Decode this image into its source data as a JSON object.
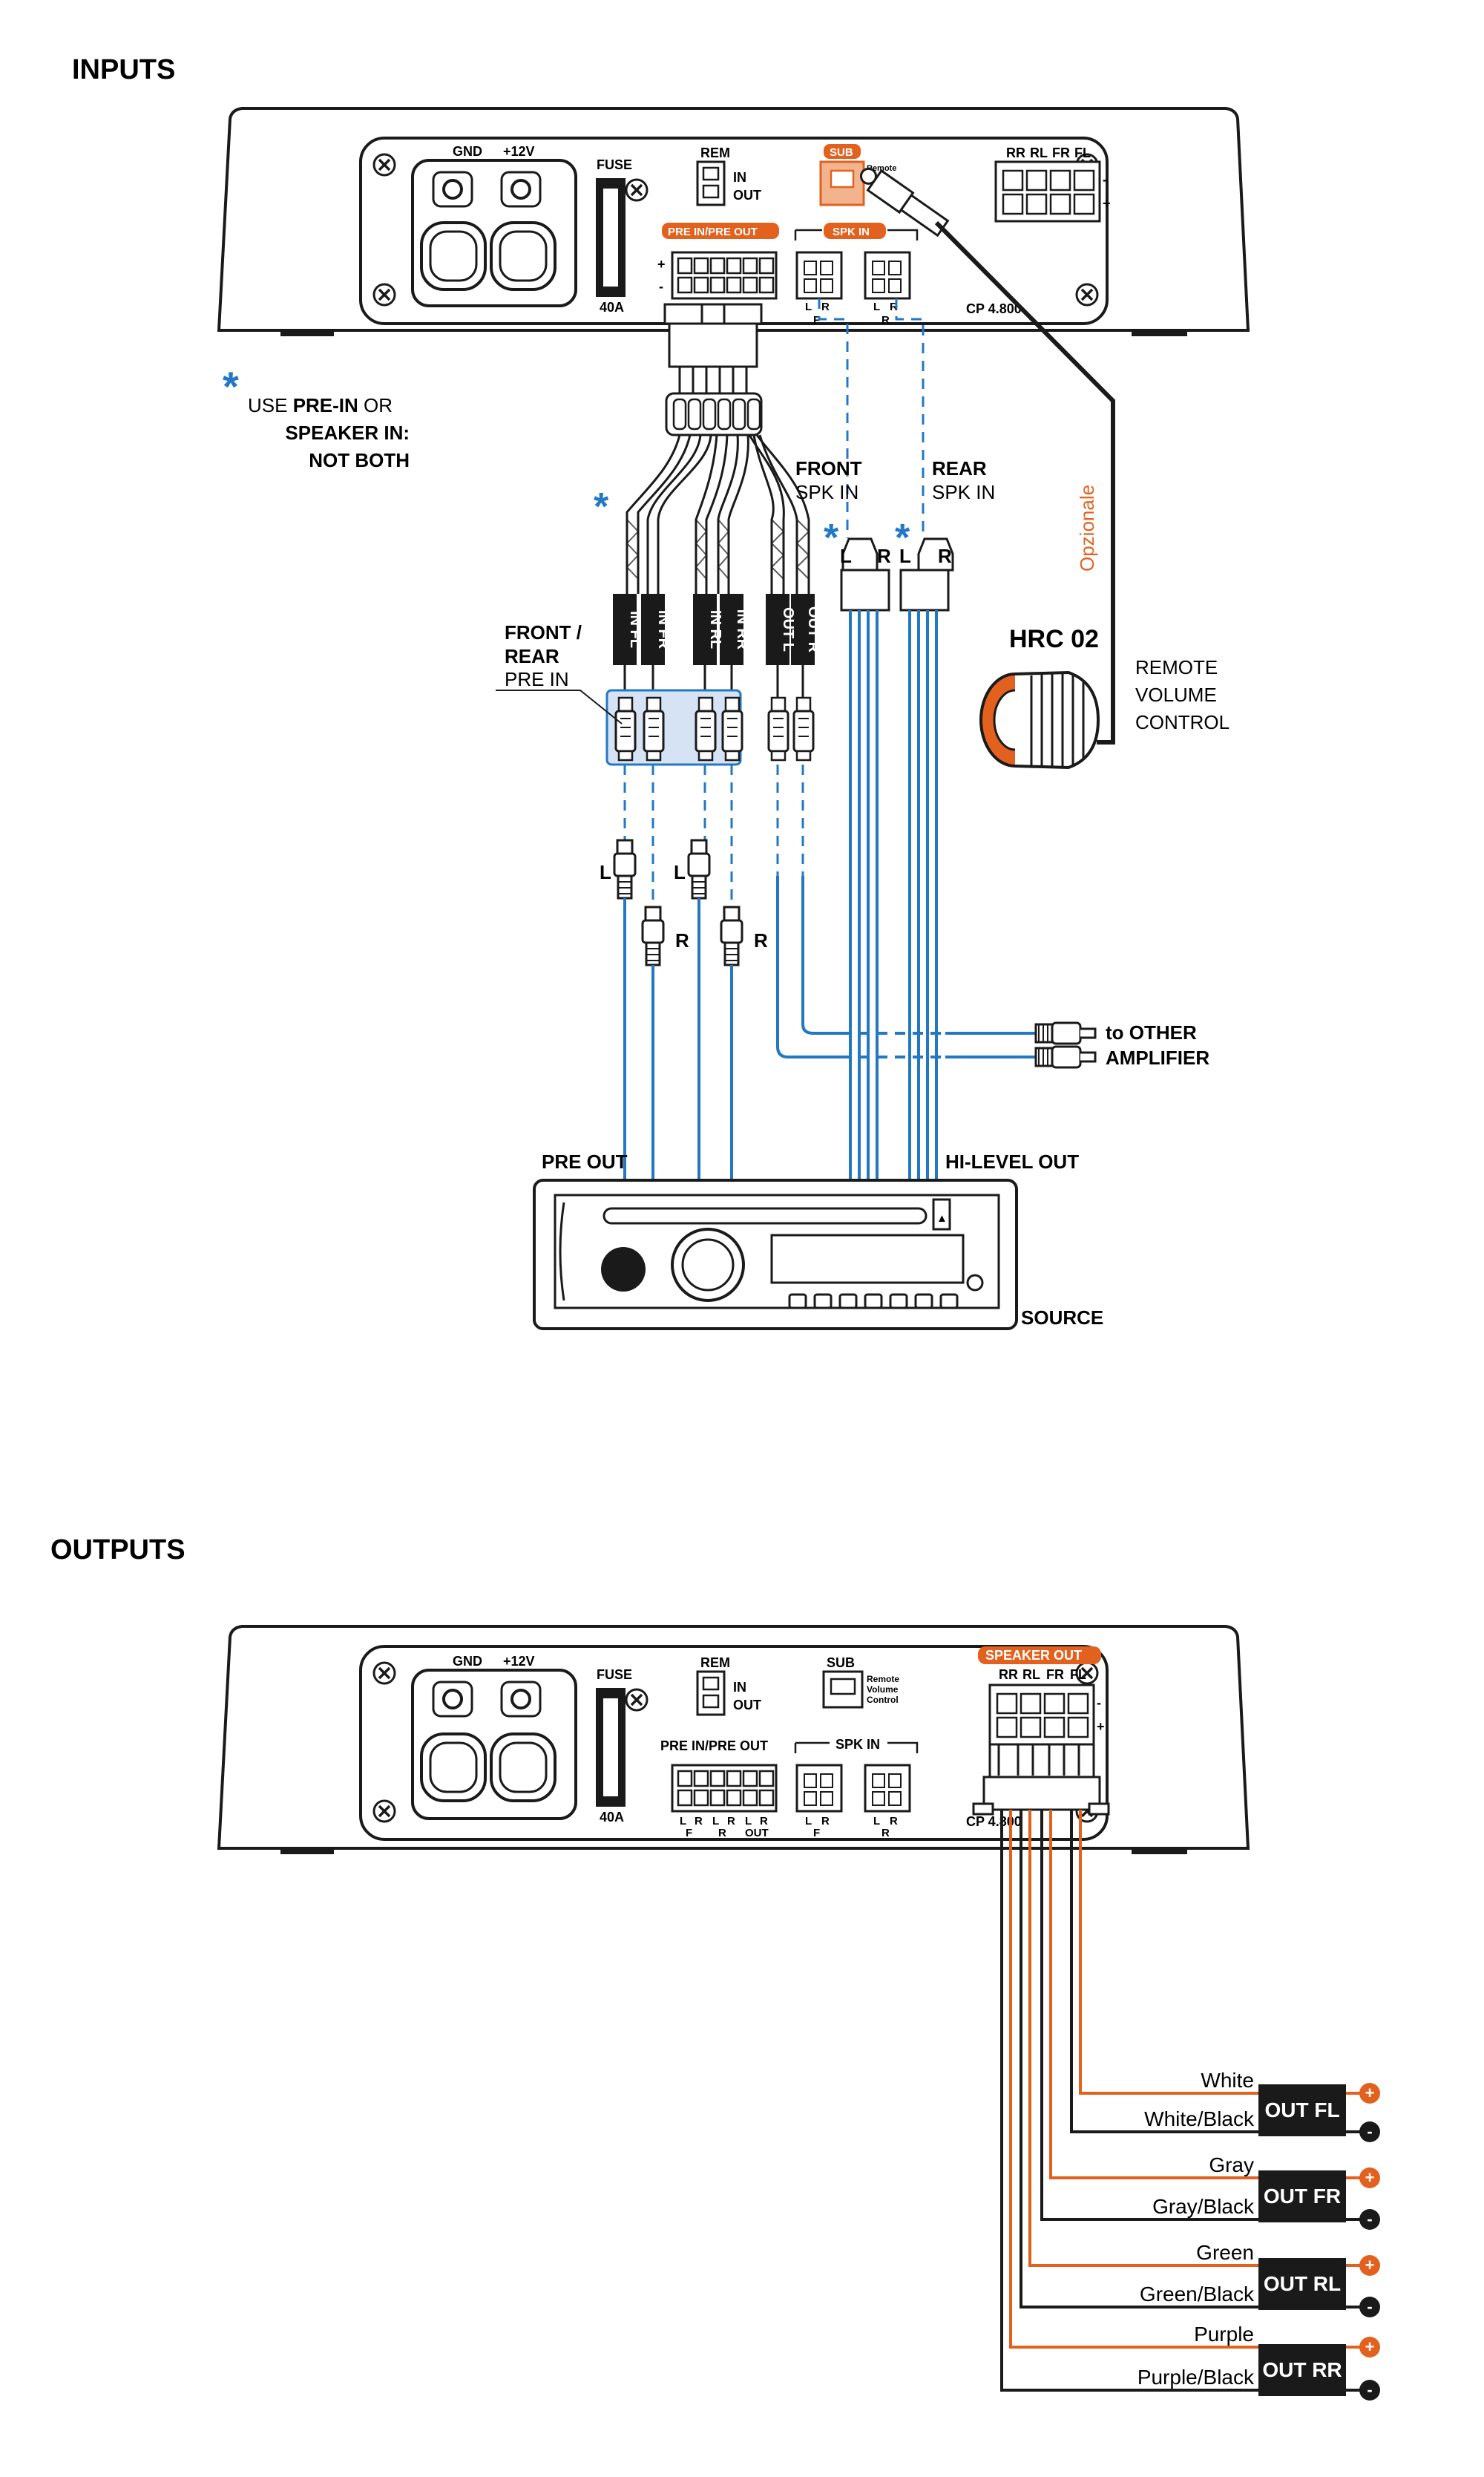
{
  "sections": {
    "inputs": "INPUTS",
    "outputs": "OUTPUTS"
  },
  "amp": {
    "gnd": "GND",
    "v12": "+12V",
    "fuse": "FUSE",
    "fuse_rating": "40A",
    "rem": "REM",
    "rem_in": "IN",
    "rem_out": "OUT",
    "sub": "SUB",
    "remote_volume_control": [
      "Remote",
      "Volume",
      "Control"
    ],
    "pre_in_pre_out": "PRE IN/PRE OUT",
    "spk_in": "SPK IN",
    "speaker_out": "SPEAKER OUT",
    "channels": [
      "RR",
      "RL",
      "FR",
      "FL"
    ],
    "model": "CP 4.800",
    "lr": [
      "L",
      "R"
    ],
    "f": "F",
    "r": "R",
    "out": "OUT"
  },
  "colors": {
    "accent_orange": "#e2611f",
    "accent_blue": "#2378c4",
    "box_fill": "#d6e3f5",
    "wire_dark": "#1a1a1a"
  },
  "note": {
    "star": "*",
    "line1_a": "USE ",
    "line1_b": "PRE-IN",
    "line1_c": " OR",
    "line2": "SPEAKER IN:",
    "line3": "NOT BOTH"
  },
  "harness": {
    "labels": [
      "IN FL",
      "IN FR",
      "IN RL",
      "IN RR",
      "OUT L",
      "OUT R"
    ],
    "front_rear_pre_in": [
      "FRONT /",
      "REAR",
      "PRE IN"
    ],
    "front_spk_in": [
      "FRONT",
      "SPK IN"
    ],
    "rear_spk_in": [
      "REAR",
      "SPK IN"
    ],
    "lr": [
      "L",
      "R"
    ]
  },
  "remote": {
    "name": "HRC 02",
    "desc": [
      "REMOTE",
      "VOLUME",
      "CONTROL"
    ],
    "optional": "Opzionale"
  },
  "other_amp": [
    "to OTHER",
    "AMPLIFIER"
  ],
  "source": {
    "pre_out": "PRE OUT",
    "hi_level_out": "HI-LEVEL OUT",
    "name": "SOURCE",
    "eject": "▲"
  },
  "outputs": [
    {
      "plus_wire": "White",
      "minus_wire": "White/Black",
      "label": "OUT FL"
    },
    {
      "plus_wire": "Gray",
      "minus_wire": "Gray/Black",
      "label": "OUT FR"
    },
    {
      "plus_wire": "Green",
      "minus_wire": "Green/Black",
      "label": "OUT RL"
    },
    {
      "plus_wire": "Purple",
      "minus_wire": "Purple/Black",
      "label": "OUT RR"
    }
  ],
  "polarity": {
    "plus": "+",
    "minus": "-"
  }
}
